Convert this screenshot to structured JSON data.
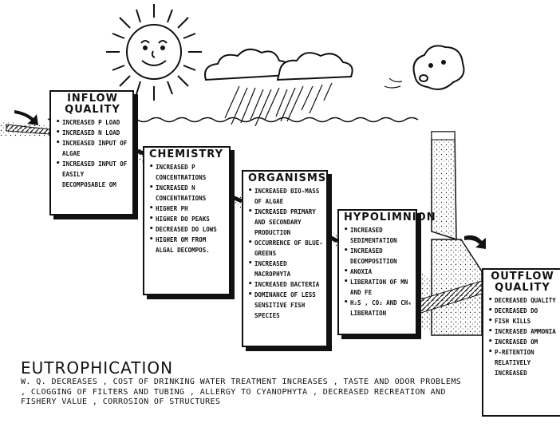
{
  "boxes": {
    "inflow": {
      "title": "INFLOW QUALITY",
      "items": [
        "INCREASED P LOAD",
        "INCREASED N LOAD",
        "INCREASED INPUT OF ALGAE",
        "INCREASED INPUT OF EASILY DECOMPOSABLE OM"
      ]
    },
    "chemistry": {
      "title": "CHEMISTRY",
      "items": [
        "INCREASED P CONCENTRATIONS",
        "INCREASED N CONCENTRATIONS",
        "HIGHER pH",
        "HIGHER DO PEAKS",
        "DECREASED DO LOWS",
        "HIGHER OM FROM ALGAL DECOMPOS."
      ]
    },
    "organisms": {
      "title": "ORGANISMS",
      "items": [
        "INCREASED BIO-MASS OF ALGAE",
        "INCREASED PRIMARY AND SECONDARY PRODUCTION",
        "OCCURRENCE OF BLUE-GREENS",
        "INCREASED MACROPHYTA",
        "INCREASED BACTERIA",
        "DOMINANCE OF LESS SENSITIVE FISH SPECIES"
      ]
    },
    "hypolimnion": {
      "title": "HYPOLIMNION",
      "items": [
        "INCREASED SEDIMENTATION",
        "INCREASED DECOMPOSITION",
        "ANOXIA",
        "LIBERATION OF Mn AND Fe",
        "H₂S , CO₂ AND CH₄ LIBERATION"
      ]
    },
    "outflow": {
      "title": "OUTFLOW QUALITY",
      "items": [
        "DECREASED QUALITY",
        "DECREASED DO",
        "FISH KILLS",
        "INCREASED AMMONIA",
        "INCREASED OM",
        "P-RETENTION RELATIVELY INCREASED"
      ]
    }
  },
  "caption": {
    "title": "EUTROPHICATION",
    "text": "W. Q. DECREASES , COST OF DRINKING WATER TREATMENT INCREASES , TASTE AND ODOR PROBLEMS , CLOGGING OF FILTERS AND TUBING , ALLERGY TO CYANOPHYTA , DECREASED RECREATION AND FISHERY VALUE , CORROSION OF STRUCTURES"
  }
}
